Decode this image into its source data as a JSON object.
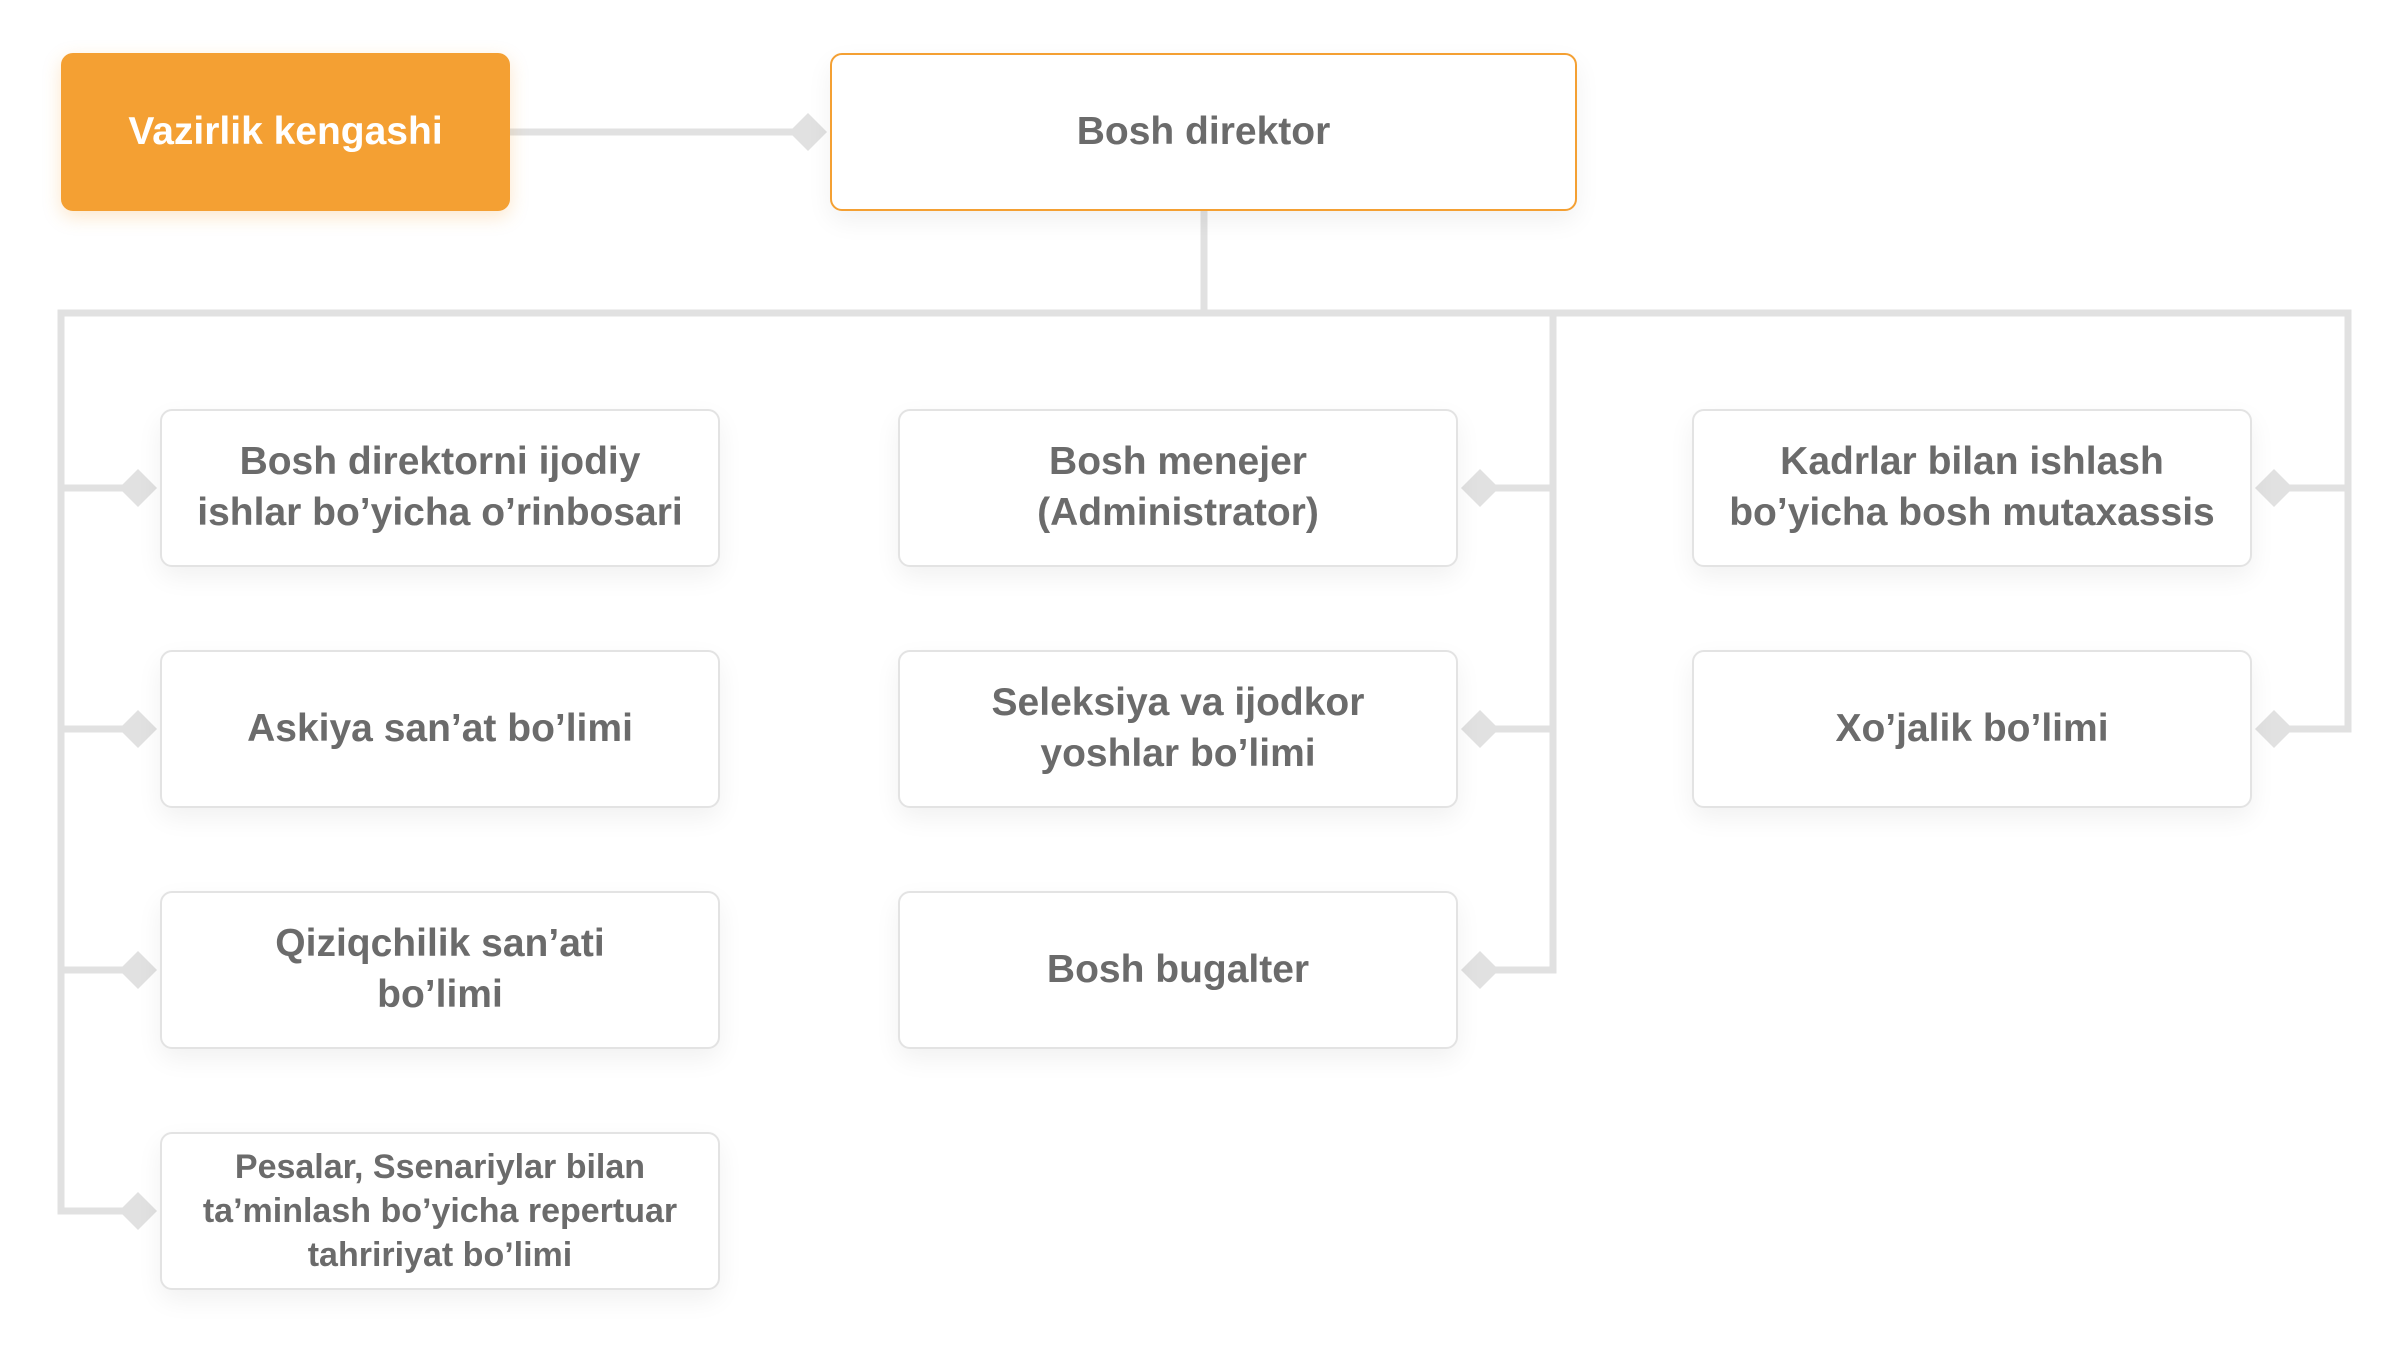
{
  "colors": {
    "accent": "#f4a033",
    "connector": "#e1e1e1",
    "text": "#6b6b6b"
  },
  "top": {
    "council": "Vazirlik kengashi",
    "director": "Bosh direktor"
  },
  "left_column": [
    {
      "lines": [
        "Bosh direktorni ijodiy",
        "ishlar bo’yicha o’rinbosari"
      ]
    },
    {
      "lines": [
        "Askiya san’at bo’limi"
      ]
    },
    {
      "lines": [
        "Qiziqchilik san’ati",
        "bo’limi"
      ]
    },
    {
      "lines": [
        "Pesalar, Ssenariylar bilan",
        "ta’minlash bo’yicha repertuar",
        "tahririyat bo’limi"
      ]
    }
  ],
  "middle_column": [
    {
      "lines": [
        "Bosh menejer",
        "(Administrator)"
      ]
    },
    {
      "lines": [
        "Seleksiya va ijodkor",
        "yoshlar bo’limi"
      ]
    },
    {
      "lines": [
        "Bosh bugalter"
      ]
    }
  ],
  "right_column": [
    {
      "lines": [
        "Kadrlar bilan ishlash",
        "bo’yicha bosh mutaxassis"
      ]
    },
    {
      "lines": [
        "Xo’jalik bo’limi"
      ]
    }
  ]
}
